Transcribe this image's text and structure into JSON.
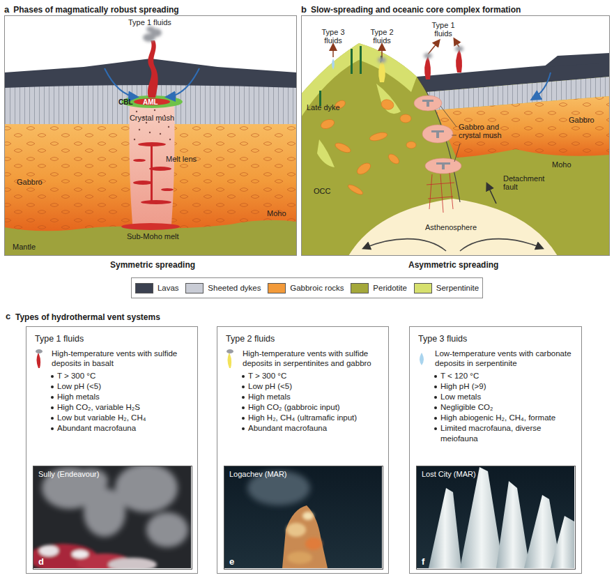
{
  "diagram": {
    "nodes": [
      {
        "text": [
          "a",
          "Phases of magmatically robust spreading"
        ]
      },
      {
        "text": [
          "b",
          "Slow-spreading and oceanic core complex formation"
        ]
      },
      {
        "text": [
          "Type 1 fluids",
          "High-temperature vents with sulfide deposits in basalt",
          "T > 300 °C",
          "Low pH (<5)",
          "High metals",
          "High CO₂, variable H₂S",
          "Low but variable H₂, CH₄",
          "Abundant macrofauna"
        ]
      },
      {
        "text": [
          "Sully (Endeavour)",
          "d"
        ],
        "in": 2
      },
      {
        "text": [
          "Type 2 fluids",
          "High-temperature vents with sulfide deposits in serpentinites and gabbro",
          "T > 300 °C",
          "Low pH (<5)",
          "High metals",
          "High CO₂ (gabbroic input)",
          "High H₂, CH₄ (ultramafic input)",
          "Abundant macrofauna"
        ]
      },
      {
        "text": [
          "Logachev (MAR)",
          "e"
        ],
        "in": 4
      },
      {
        "text": [
          "Type 3 fluids",
          "Low-temperature vents with carbonate deposits in serpentinite",
          "T < 120 °C",
          "High pH (>9)",
          "Low metals",
          "Negligible CO₂",
          "High abiogenic H₂, CH₄, formate",
          "Limited macrofauna, diverse meiofauna"
        ]
      },
      {
        "text": [
          "Lost City (MAR)",
          "f"
        ],
        "in": 6
      }
    ],
    "labels": [
      "Type 1 fluids",
      "CBL",
      "AML",
      "Crystal mush",
      "Melt lens",
      "Gabbro",
      "Moho",
      "Sub-Moho melt",
      "Mantle",
      "Symmetric spreading",
      "Type 3 fluids",
      "Type 2 fluids",
      "Type 1 fluids",
      "Late dyke",
      "Gabbro",
      "Gabbro and crystal mush",
      "Moho",
      "OCC",
      "Detachment fault",
      "Asthenosphere",
      "Asymmetric spreading",
      "c",
      "Types of hydrothermal vent systems"
    ],
    "legend": [
      {
        "text": "Lavas",
        "color": "#3b4150"
      },
      {
        "text": "Sheeted dykes",
        "color": "#c9ccd5"
      },
      {
        "text": "Gabbroic rocks",
        "color": "#f29a3a"
      },
      {
        "text": "Peridotite",
        "color": "#a4a83b"
      },
      {
        "text": "Serpentinite",
        "color": "#d6e06e"
      }
    ]
  }
}
